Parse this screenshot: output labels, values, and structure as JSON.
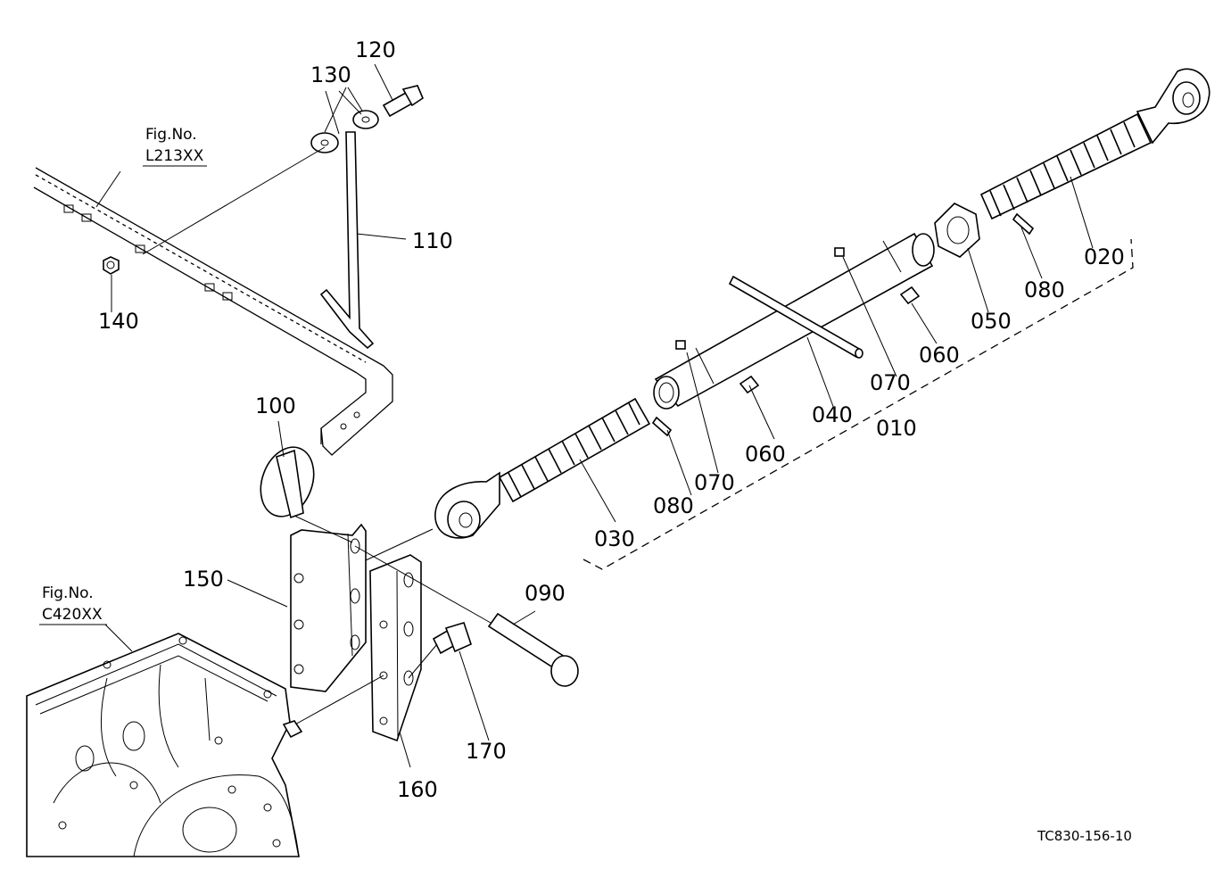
{
  "parts": {
    "p010": "010",
    "p020": "020",
    "p030": "030",
    "p040": "040",
    "p050": "050",
    "p060a": "060",
    "p060b": "060",
    "p070a": "070",
    "p070b": "070",
    "p080a": "080",
    "p080b": "080",
    "p090": "090",
    "p100": "100",
    "p110": "110",
    "p120": "120",
    "p130": "130",
    "p140": "140",
    "p150": "150",
    "p160": "160",
    "p170": "170"
  },
  "refs": {
    "ref1_title": "Fig.No.",
    "ref1_code": "L213XX",
    "ref2_title": "Fig.No.",
    "ref2_code": "C420XX"
  },
  "drawing_code": "TC830-156-10"
}
